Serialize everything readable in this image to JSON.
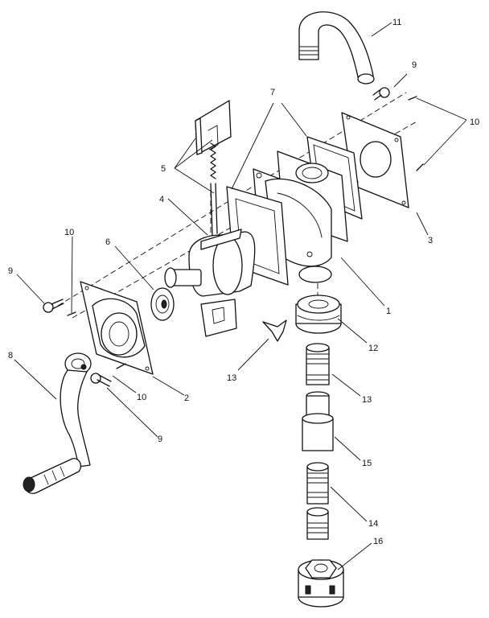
{
  "callouts": [
    {
      "id": "c1",
      "text": "1"
    },
    {
      "id": "c2",
      "text": "2"
    },
    {
      "id": "c3",
      "text": "3"
    },
    {
      "id": "c4",
      "text": "4"
    },
    {
      "id": "c5",
      "text": "5"
    },
    {
      "id": "c6",
      "text": "6"
    },
    {
      "id": "c7",
      "text": "7"
    },
    {
      "id": "c8",
      "text": "8"
    },
    {
      "id": "c9a",
      "text": "9"
    },
    {
      "id": "c9b",
      "text": "9"
    },
    {
      "id": "c9c",
      "text": "9"
    },
    {
      "id": "c10a",
      "text": "10"
    },
    {
      "id": "c10b",
      "text": "10"
    },
    {
      "id": "c10c",
      "text": "10"
    },
    {
      "id": "c11",
      "text": "11"
    },
    {
      "id": "c12",
      "text": "12"
    },
    {
      "id": "c13a",
      "text": "13"
    },
    {
      "id": "c13b",
      "text": "13"
    },
    {
      "id": "c14",
      "text": "14"
    },
    {
      "id": "c15",
      "text": "15"
    },
    {
      "id": "c16",
      "text": "16"
    }
  ]
}
